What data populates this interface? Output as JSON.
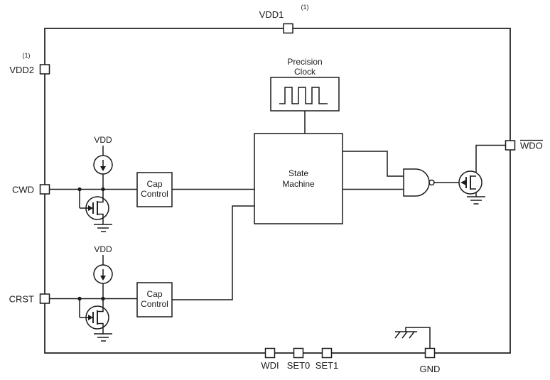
{
  "pins": {
    "vdd1": {
      "label": "VDD1",
      "note": "(1)"
    },
    "vdd2": {
      "label": "VDD2",
      "note": "(1)"
    },
    "cwd": {
      "label": "CWD"
    },
    "crst": {
      "label": "CRST"
    },
    "wdo": {
      "label": "WDO",
      "overline": true
    },
    "wdi": {
      "label": "WDI"
    },
    "set0": {
      "label": "SET0"
    },
    "set1": {
      "label": "SET1"
    },
    "gnd": {
      "label": "GND"
    }
  },
  "blocks": {
    "precision_clock": {
      "line1": "Precision",
      "line2": "Clock"
    },
    "state_machine": {
      "line1": "State",
      "line2": "Machine"
    },
    "cap_control_top": {
      "line1": "Cap",
      "line2": "Control"
    },
    "cap_control_bottom": {
      "line1": "Cap",
      "line2": "Control"
    }
  },
  "supply_labels": {
    "vdd_top": "VDD",
    "vdd_bottom": "VDD"
  },
  "colors": {
    "line": "#1a1a1a",
    "background": "#ffffff"
  }
}
